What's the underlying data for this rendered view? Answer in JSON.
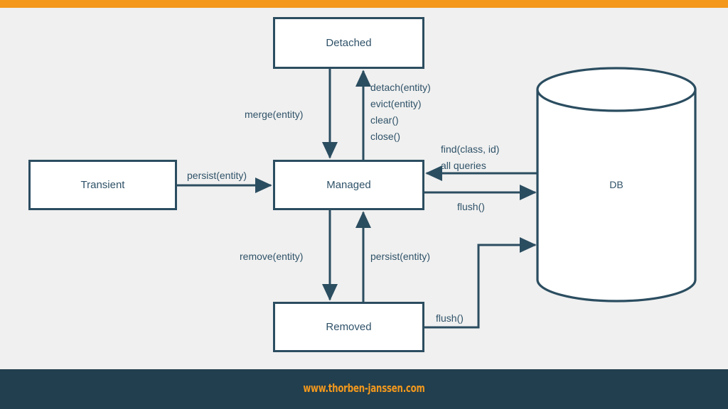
{
  "slide": {
    "background_color": "#f0f0f0",
    "accent_color": "#f3981d",
    "footer_color": "#213f4e",
    "line_color": "#2b4d60",
    "text_color": "#2f5268"
  },
  "footer": {
    "url": "www.thorben-janssen.com"
  },
  "nodes": [
    {
      "id": "detached",
      "label": "Detached"
    },
    {
      "id": "transient",
      "label": "Transient"
    },
    {
      "id": "managed",
      "label": "Managed"
    },
    {
      "id": "removed",
      "label": "Removed"
    },
    {
      "id": "db",
      "label": "DB"
    }
  ],
  "edges": [
    {
      "id": "merge",
      "label": "merge(entity)",
      "from": "detached",
      "to": "managed"
    },
    {
      "id": "detach-group",
      "label": "detach(entity)\nevict(entity)\nclear()\nclose()",
      "from": "managed",
      "to": "detached"
    },
    {
      "id": "persist-t",
      "label": "persist(entity)",
      "from": "transient",
      "to": "managed"
    },
    {
      "id": "find",
      "label": "find(class, id)\nall queries",
      "from": "db",
      "to": "managed"
    },
    {
      "id": "flush-m",
      "label": "flush()",
      "from": "managed",
      "to": "db"
    },
    {
      "id": "remove",
      "label": "remove(entity)",
      "from": "managed",
      "to": "removed"
    },
    {
      "id": "persist-r",
      "label": "persist(entity)",
      "from": "removed",
      "to": "managed"
    },
    {
      "id": "flush-r",
      "label": "flush()",
      "from": "removed",
      "to": "db"
    }
  ],
  "edge_labels": {
    "merge": "merge(entity)",
    "detach_line_1": "detach(entity)",
    "detach_line_2": "evict(entity)",
    "detach_line_3": "clear()",
    "detach_line_4": "close()",
    "persist_transient": "persist(entity)",
    "find_line_1": "find(class, id)",
    "find_line_2": "all queries",
    "flush_managed": "flush()",
    "remove_entity": "remove(entity)",
    "persist_removed": "persist(entity)",
    "flush_removed": "flush()"
  }
}
